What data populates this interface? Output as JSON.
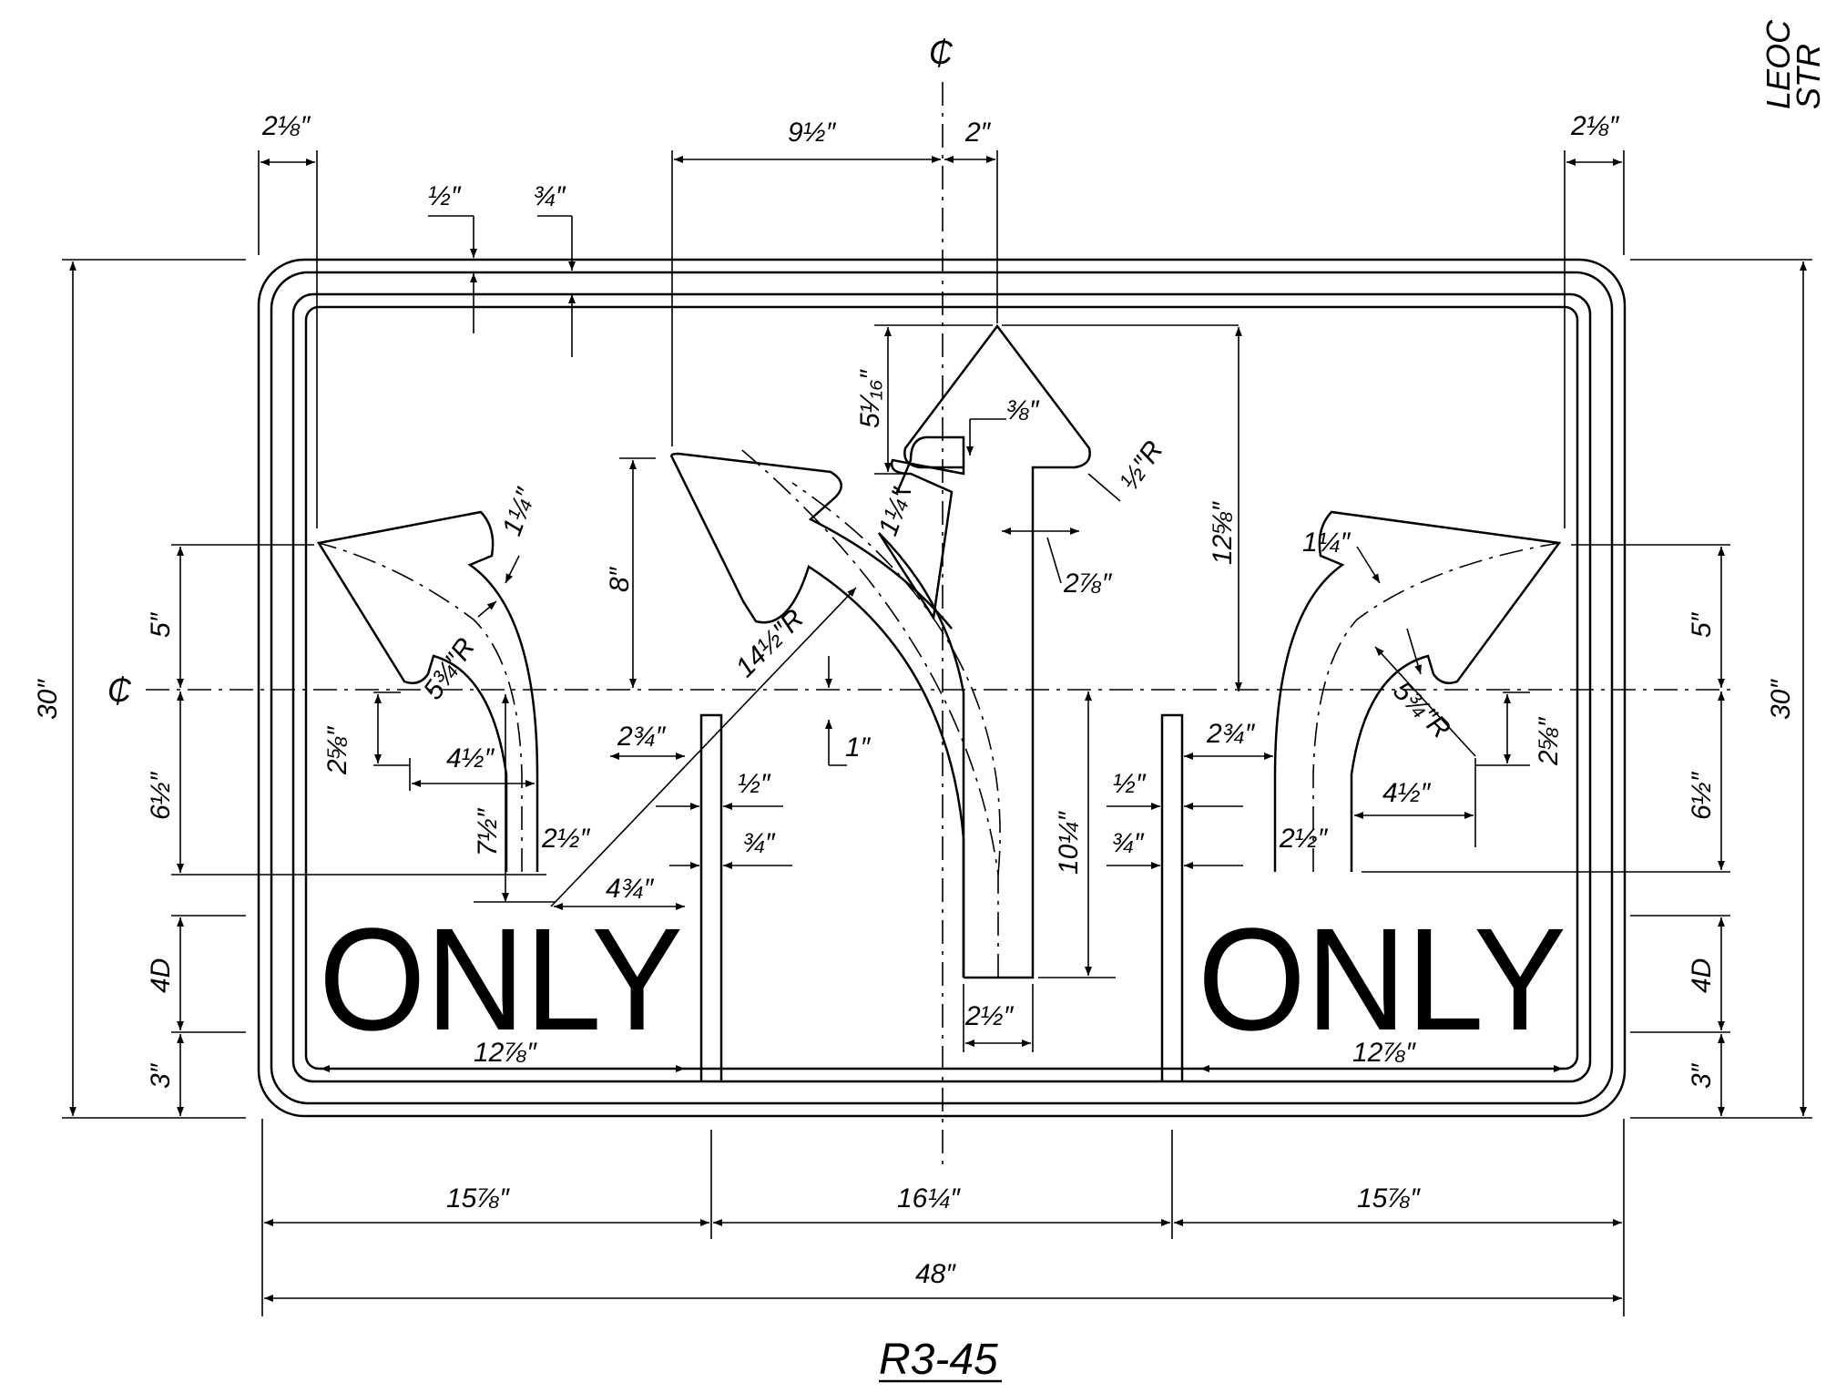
{
  "sign": {
    "code": "R3-45",
    "legend_left": "ONLY",
    "legend_right": "ONLY",
    "centerline_symbol": "₵",
    "side_note_1": "LEOC",
    "side_note_2": "STR"
  },
  "dims": {
    "overall_width": "48″",
    "overall_height_left": "30″",
    "overall_height_right": "30″",
    "left_panel_width": "15⅞″",
    "center_panel_width": "16¼″",
    "right_panel_width": "15⅞″",
    "left_margin": "2⅛″",
    "right_margin": "2⅛″",
    "border_inset": "½″",
    "border_width": "¾″",
    "straight_offset": "9½″",
    "shaft_half": "2″",
    "head_height": "5¹⁄₁₆″",
    "notch": "⅜″",
    "tip_radius": "½″R",
    "straight_total": "12⅝″",
    "stub_width": "2⅞″",
    "curve_head_width_center": "1¼″",
    "curve_head_width_left": "1¼″",
    "curve_head_width_right": "1¼″",
    "center_curve_height": "8″",
    "center_radius": "14½″R",
    "gap_1": "1″",
    "lower_straight": "10¼″",
    "shaft_width_center": "2½″",
    "left_5": "5″",
    "left_6half": "6½″",
    "left_4D": "4D",
    "left_3": "3″",
    "right_5": "5″",
    "right_6half": "6½″",
    "right_4D": "4D",
    "right_3": "3″",
    "left_radius": "5¾″R",
    "right_radius": "5¾″R",
    "left_25_8": "2⅝″",
    "right_25_8": "2⅝″",
    "left_41_2": "4½″",
    "right_41_2": "4½″",
    "left_71_2": "7½″",
    "left_shaft": "2½″",
    "right_shaft": "2½″",
    "left_23_4": "2¾″",
    "right_23_4": "2¾″",
    "left_half": "½″",
    "left_34": "¾″",
    "right_half": "½″",
    "right_34": "¾″",
    "left_43_4": "4¾″",
    "left_legend": "12⅞″",
    "right_legend": "12⅞″"
  }
}
